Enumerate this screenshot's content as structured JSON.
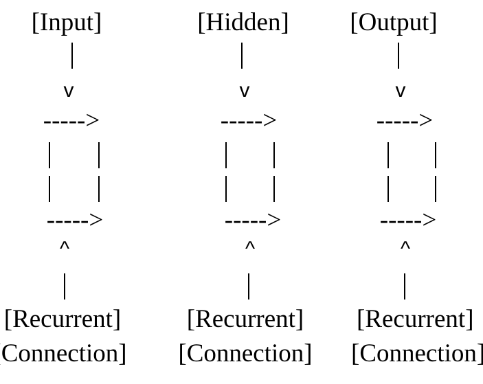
{
  "columns": [
    {
      "title": "[Input]",
      "down_arrow": "v",
      "top_flow": "----->",
      "bottom_flow": "----->",
      "up_arrow": "^",
      "footer_line1": "[Recurrent]",
      "footer_line2": "[Connection]"
    },
    {
      "title": "[Hidden]",
      "down_arrow": "v",
      "top_flow": "----->",
      "bottom_flow": "----->",
      "up_arrow": "^",
      "footer_line1": "[Recurrent]",
      "footer_line2": "[Connection]"
    },
    {
      "title": "[Output]",
      "down_arrow": "v",
      "top_flow": "----->",
      "bottom_flow": "----->",
      "up_arrow": "^",
      "footer_line1": "[Recurrent]",
      "footer_line2": "[Connection]"
    }
  ],
  "colors": {
    "text": "#000000",
    "background": "#ffffff"
  }
}
